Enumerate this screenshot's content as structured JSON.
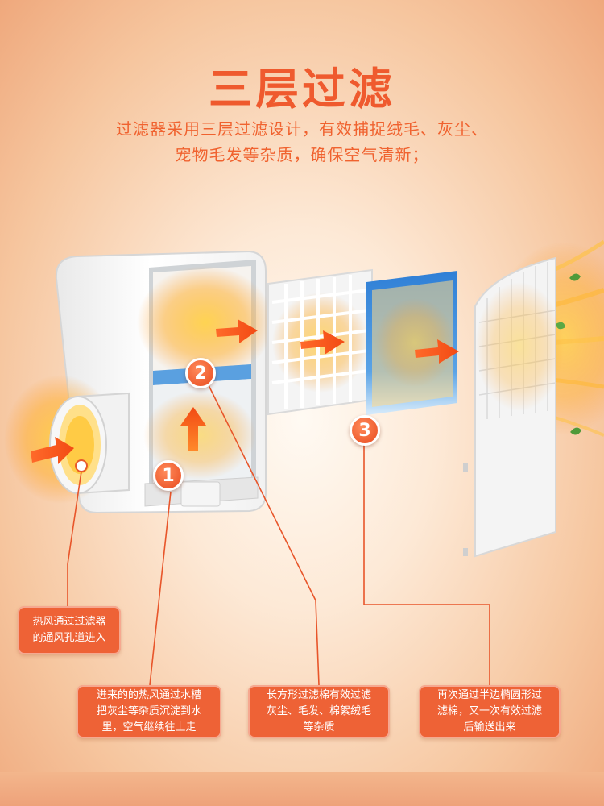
{
  "heading": {
    "title": "三层过滤",
    "subtitle_line1": "过滤器采用三层过滤设计，有效捕捉绒毛、灰尘、",
    "subtitle_line2": "宠物毛发等杂质，确保空气清新；"
  },
  "steps": [
    {
      "number": "1",
      "text_lines": [
        "进来的的热风通过水槽",
        "把灰尘等杂质沉淀到水",
        "里，空气继续往上走"
      ]
    },
    {
      "number": "2",
      "text_lines": [
        "长方形过滤棉有效过滤",
        "灰尘、毛发、棉絮绒毛",
        "等杂质"
      ]
    },
    {
      "number": "3",
      "text_lines": [
        "再次通过半边椭圆形过",
        "滤棉，又一次有效过滤",
        "后输送出来"
      ]
    }
  ],
  "intake_note": {
    "text_lines": [
      "热风通过过滤器",
      "的通风孔道进入"
    ]
  },
  "icons": [
    "airflow-arrow-icon",
    "leaf-icon"
  ],
  "colors": {
    "accent": "#ef5a2e",
    "note_bg": "#ee6236",
    "filter_blue": "#2f7fd6"
  }
}
